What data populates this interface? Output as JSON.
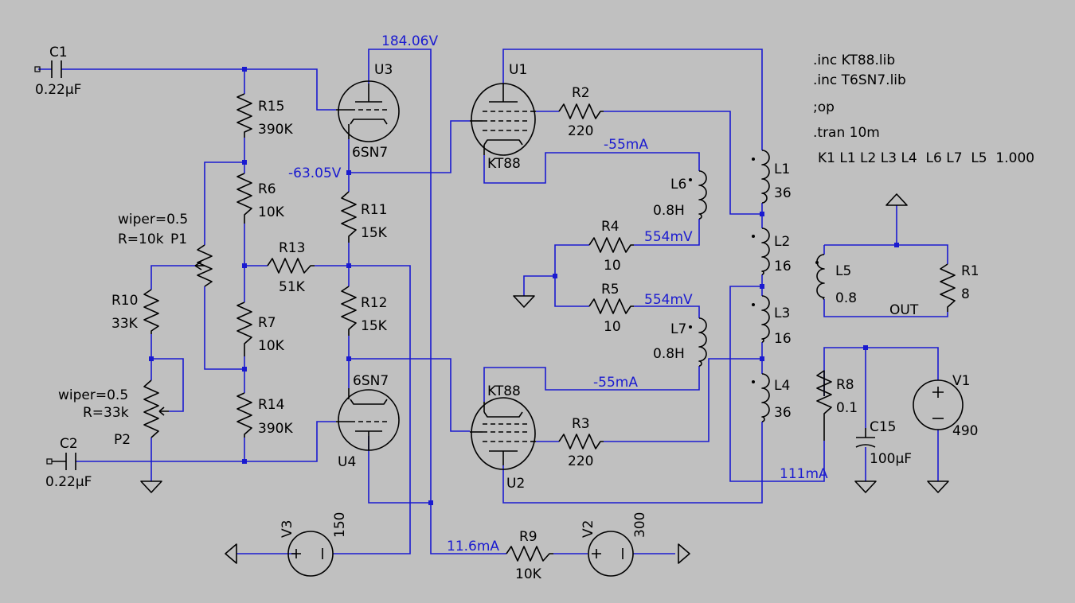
{
  "schematic": {
    "directives": [
      ".inc KT88.lib",
      ".inc T6SN7.lib",
      ";op",
      ".tran 10m",
      "K1 L1 L2 L3 L4  L6 L7  L5  1.000"
    ],
    "annotations": {
      "v_plate": "184.06V",
      "v_cathode": "-63.05V",
      "i_u1_screen": "-55mA",
      "v_r4": "554mV",
      "v_r5": "554mV",
      "i_u2_screen": "-55mA",
      "i_cathode_r8": "111mA",
      "i_r9": "11.6mA"
    },
    "components": {
      "C1": {
        "name": "C1",
        "value": "0.22µF"
      },
      "C2": {
        "name": "C2",
        "value": "0.22µF"
      },
      "C15": {
        "name": "C15",
        "value": "100µF"
      },
      "R1": {
        "name": "R1",
        "value": "8"
      },
      "R2": {
        "name": "R2",
        "value": "220"
      },
      "R3": {
        "name": "R3",
        "value": "220"
      },
      "R4": {
        "name": "R4",
        "value": "10"
      },
      "R5": {
        "name": "R5",
        "value": "10"
      },
      "R6": {
        "name": "R6",
        "value": "10K"
      },
      "R7": {
        "name": "R7",
        "value": "10K"
      },
      "R8": {
        "name": "R8",
        "value": "0.1"
      },
      "R9": {
        "name": "R9",
        "value": "10K"
      },
      "R10": {
        "name": "R10",
        "value": "33K"
      },
      "R11": {
        "name": "R11",
        "value": "15K"
      },
      "R12": {
        "name": "R12",
        "value": "15K"
      },
      "R13": {
        "name": "R13",
        "value": "51K"
      },
      "R14": {
        "name": "R14",
        "value": "390K"
      },
      "R15": {
        "name": "R15",
        "value": "390K"
      },
      "L1": {
        "name": "L1",
        "value": "36"
      },
      "L2": {
        "name": "L2",
        "value": "16"
      },
      "L3": {
        "name": "L3",
        "value": "16"
      },
      "L4": {
        "name": "L4",
        "value": "36"
      },
      "L5": {
        "name": "L5",
        "value": "0.8"
      },
      "L6": {
        "name": "L6",
        "value": "0.8H"
      },
      "L7": {
        "name": "L7",
        "value": "0.8H"
      },
      "U1": {
        "name": "U1",
        "model": "KT88"
      },
      "U2": {
        "name": "U2",
        "model": "KT88"
      },
      "U3": {
        "name": "U3",
        "model": "6SN7"
      },
      "U4": {
        "name": "U4",
        "model": "6SN7"
      },
      "V1": {
        "name": "V1",
        "value": "490"
      },
      "V2": {
        "name": "V2",
        "value": "300"
      },
      "V3": {
        "name": "V3",
        "value": "150"
      },
      "P1": {
        "name": "P1",
        "wiper": "wiper=0.5",
        "r": "R=10k"
      },
      "P2": {
        "name": "P2",
        "wiper": "wiper=0.5",
        "r": "R=33k"
      }
    },
    "net_labels": {
      "out": "OUT"
    }
  }
}
